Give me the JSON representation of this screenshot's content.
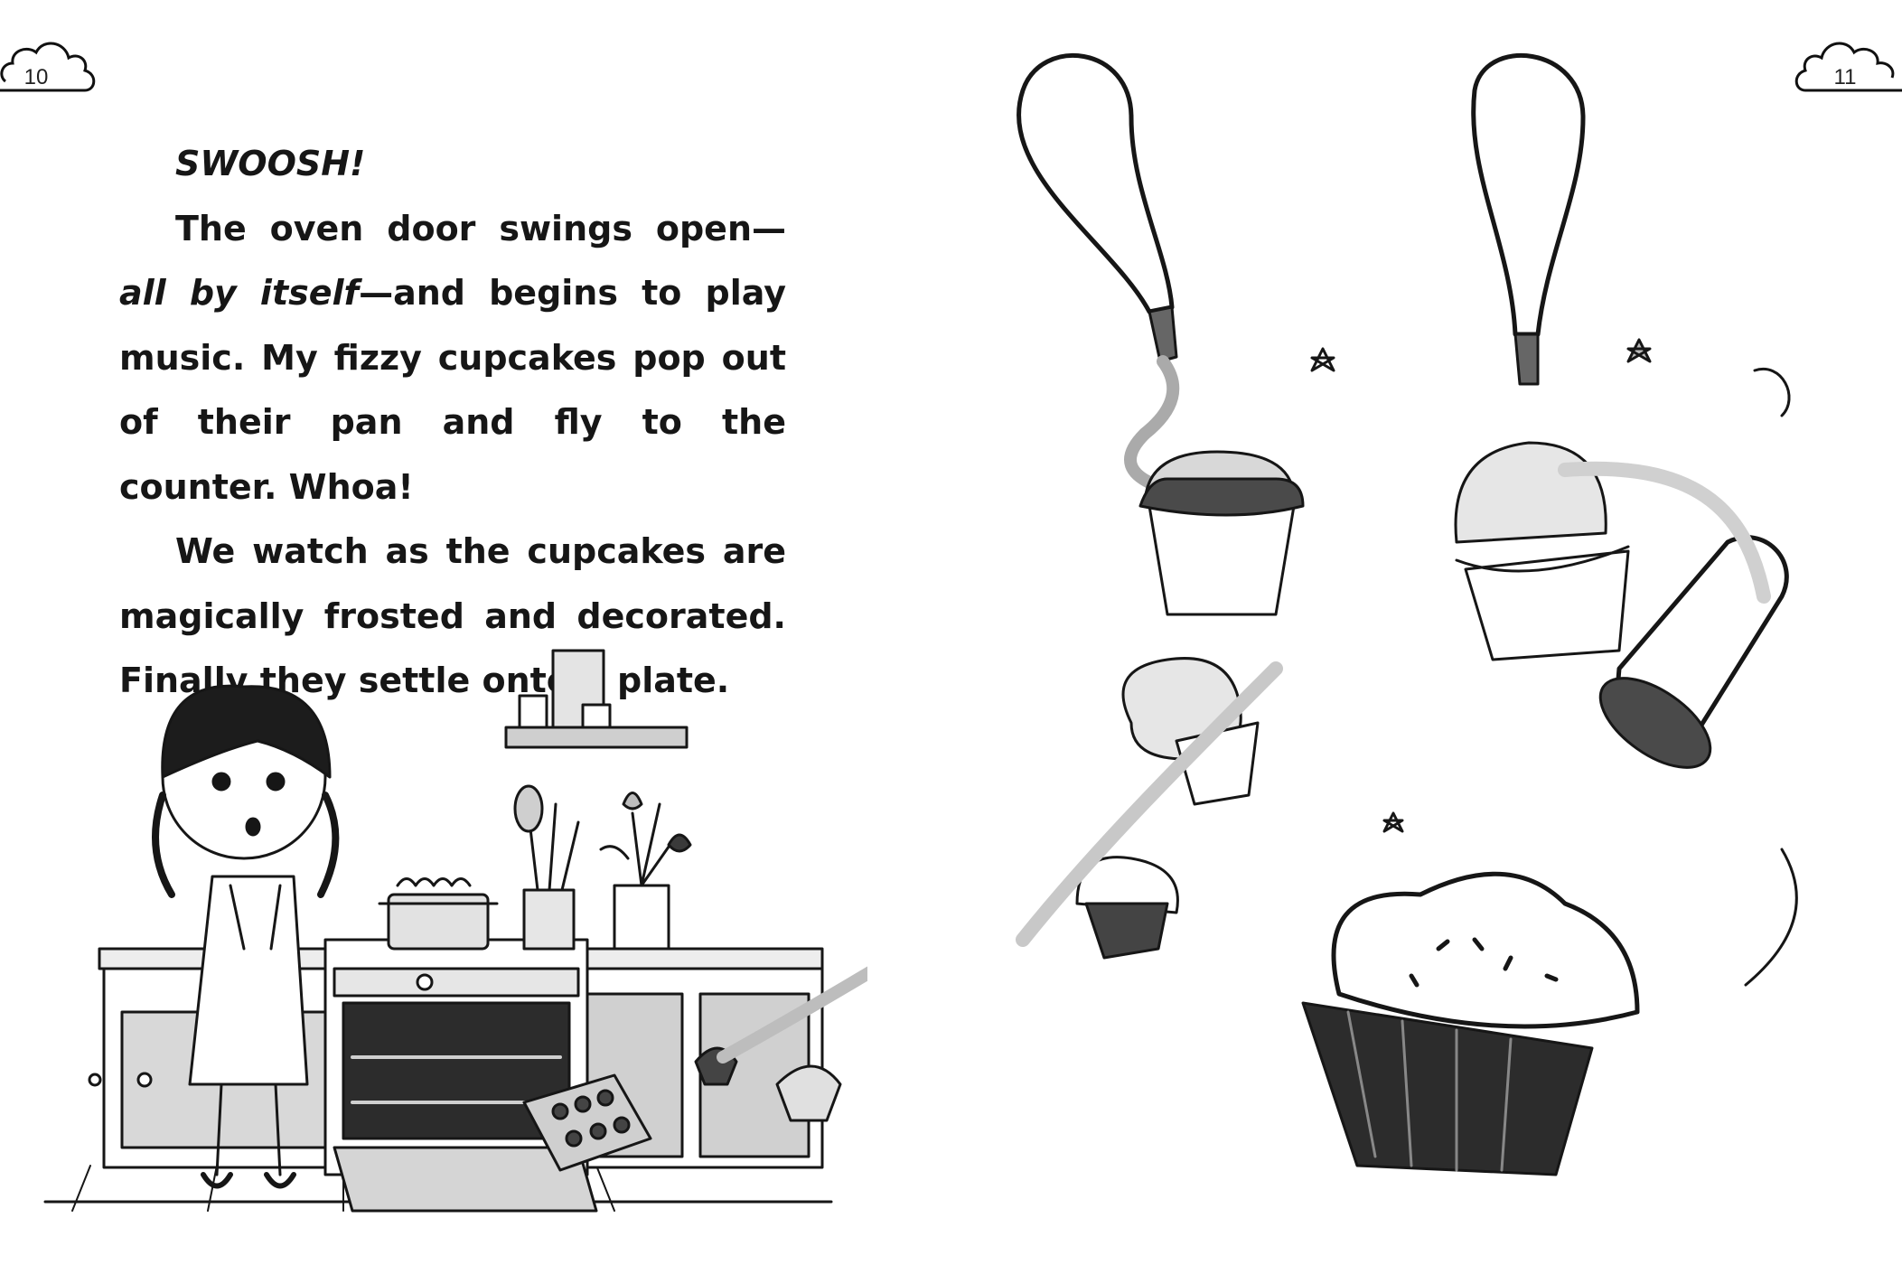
{
  "left_page": {
    "page_number": "10",
    "paragraphs": [
      {
        "segments": [
          {
            "text": "SWOOSH!",
            "italic": true
          }
        ]
      },
      {
        "segments": [
          {
            "text": "The oven door swings open—",
            "italic": false
          },
          {
            "text": "all by itself",
            "italic": true
          },
          {
            "text": "—and begins to play music. My fizzy cupcakes pop out of their pan and fly to the counter. Whoa!",
            "italic": false
          }
        ]
      },
      {
        "segments": [
          {
            "text": "We watch as the cupcakes are magically frosted and decorated. Finally they settle onto a plate.",
            "italic": false
          }
        ]
      }
    ]
  },
  "right_page": {
    "page_number": "11"
  },
  "colors": {
    "ink": "#161616",
    "gray_dark": "#4a4a4a",
    "gray_mid": "#9a9a9a",
    "gray_light": "#d4d4d4",
    "paper": "#ffffff"
  }
}
